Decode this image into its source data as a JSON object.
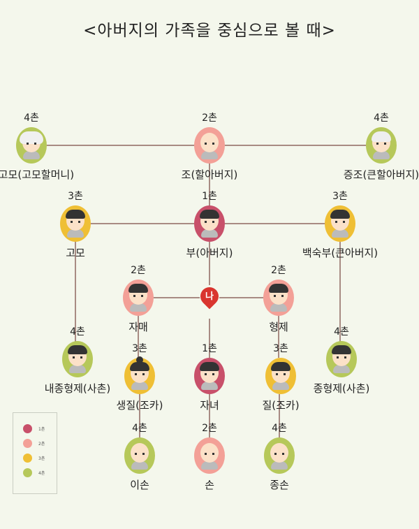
{
  "title": "<아버지의 가족을 중심으로 볼 때>",
  "colors": {
    "degree1": "#c8506a",
    "degree2": "#f3a097",
    "degree3": "#efbf35",
    "degree4": "#b6c85a",
    "line": "#a88b83"
  },
  "me": {
    "label": "나"
  },
  "nodes": {
    "grand_aunt": {
      "degree": "4촌",
      "label": "대고모(고모할머니)",
      "color": "#b6c85a",
      "hair": "curl",
      "icon": "grandmother-face-icon"
    },
    "grandfather": {
      "degree": "2촌",
      "label": "조(할아버지)",
      "color": "#f3a097",
      "hair": "bald",
      "icon": "grandfather-face-icon"
    },
    "great_uncle": {
      "degree": "4촌",
      "label": "증조(큰할아버지)",
      "color": "#b6c85a",
      "hair": "grey",
      "icon": "great-uncle-face-icon"
    },
    "aunt": {
      "degree": "3촌",
      "label": "고모",
      "color": "#efbf35",
      "hair": "dark",
      "icon": "aunt-face-icon"
    },
    "father": {
      "degree": "1촌",
      "label": "부(아버지)",
      "color": "#c8506a",
      "hair": "dark",
      "icon": "father-face-icon"
    },
    "uncle": {
      "degree": "3촌",
      "label": "백숙부(큰아버지)",
      "color": "#efbf35",
      "hair": "dark",
      "icon": "uncle-face-icon"
    },
    "sister": {
      "degree": "2촌",
      "label": "자매",
      "color": "#f3a097",
      "hair": "dark",
      "icon": "sister-face-icon"
    },
    "brother": {
      "degree": "2촌",
      "label": "형제",
      "color": "#f3a097",
      "hair": "dark",
      "icon": "brother-face-icon"
    },
    "cousin_aunt": {
      "degree": "4촌",
      "label": "내종형제(사촌)",
      "color": "#b6c85a",
      "hair": "dark",
      "icon": "cousin-face-icon"
    },
    "niece_sister": {
      "degree": "3촌",
      "label": "생질(조카)",
      "color": "#efbf35",
      "hair": "bun",
      "icon": "niece-face-icon"
    },
    "child": {
      "degree": "1촌",
      "label": "자녀",
      "color": "#c8506a",
      "hair": "dark",
      "icon": "child-face-icon"
    },
    "nephew_brother": {
      "degree": "3촌",
      "label": "질(조카)",
      "color": "#efbf35",
      "hair": "dark",
      "icon": "nephew-face-icon"
    },
    "cousin_uncle": {
      "degree": "4촌",
      "label": "종형제(사촌)",
      "color": "#b6c85a",
      "hair": "dark",
      "icon": "cousin-face-icon"
    },
    "grandniece_sister": {
      "degree": "4촌",
      "label": "이손",
      "color": "#b6c85a",
      "hair": "bald",
      "icon": "baby-face-icon"
    },
    "grandchild": {
      "degree": "2촌",
      "label": "손",
      "color": "#f3a097",
      "hair": "bald",
      "icon": "baby-face-icon"
    },
    "grandnephew_brother": {
      "degree": "4촌",
      "label": "종손",
      "color": "#b6c85a",
      "hair": "bald",
      "icon": "baby-face-icon"
    }
  },
  "legend": [
    {
      "label": "1촌",
      "color": "#c8506a"
    },
    {
      "label": "2촌",
      "color": "#f3a097"
    },
    {
      "label": "3촌",
      "color": "#efbf35"
    },
    {
      "label": "4촌",
      "color": "#b6c85a"
    }
  ]
}
